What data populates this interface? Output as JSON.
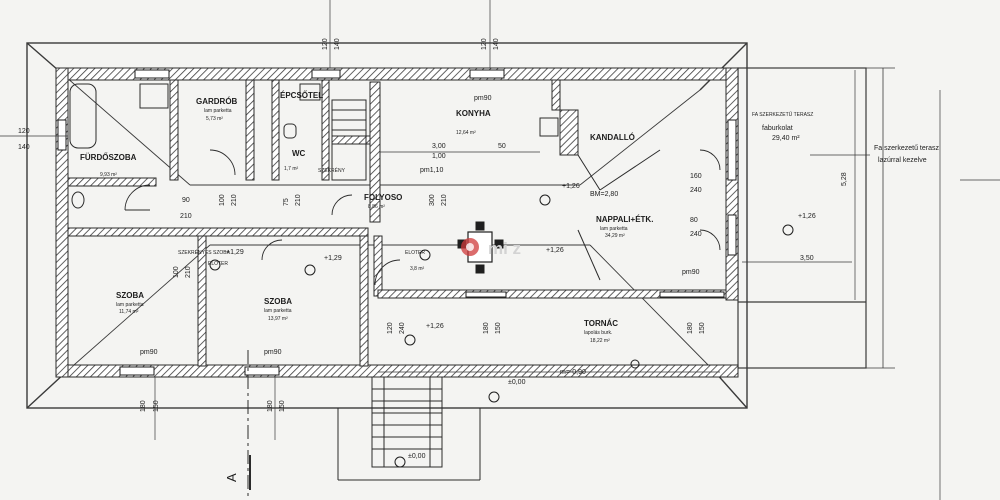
{
  "rooms": {
    "furdoszoba": {
      "name": "FÜRDŐSZOBA",
      "area": "9,93 m²"
    },
    "gardrob": {
      "name": "GARDRÓB",
      "floor": "lam parketta",
      "area": "5,73 m²"
    },
    "epcsotel": {
      "name": "ÉPCSŐTEL"
    },
    "wc": {
      "name": "WC",
      "area": "1,7 m²"
    },
    "konyha": {
      "name": "KONYHA",
      "area": "12,64 m²"
    },
    "kandallo": {
      "name": "KANDALLÓ"
    },
    "terasz": {
      "name": "FA SZERKEZETŰ TERASZ",
      "floor": "faburkolat",
      "area": "29,40 m²"
    },
    "folyoso": {
      "name": "FOLYOSO",
      "area": "8,86 m²"
    },
    "nappali": {
      "name": "NAPPALI+ÉTK.",
      "floor": "lam parketta",
      "area": "34,29 m²"
    },
    "szoba1": {
      "name": "SZOBA",
      "floor": "lam parketta",
      "area": "11,74 m²"
    },
    "szoba2": {
      "name": "SZOBA",
      "floor": "lam parketta",
      "area": "13,97 m²"
    },
    "eloter": {
      "name": "ELOTER",
      "area": "3,8 m²"
    },
    "tornac": {
      "name": "TORNÁC",
      "floor": "lapolás burk.",
      "area": "18,22 m²"
    },
    "szekreny": {
      "name": "SZEKRÉNY"
    },
    "szekrenyes": {
      "name": "SZEKRÉNYES SZOBA"
    },
    "elotertiny": {
      "name": "ELOTER"
    }
  },
  "annotations": {
    "note_terasz": "Fa szerkezetű terasz",
    "note_terasz2": "lazúrral kezelve",
    "bm_level": "BM=2,80",
    "pm_level": "pm1,10",
    "level_126a": "+1,26",
    "level_126b": "+1,26",
    "level_126c": "+1,26",
    "level_126d": "+1,26",
    "level_129a": "+1,29",
    "level_129b": "+1,29",
    "level_000a": "±0,00",
    "level_000b": "±0,00",
    "m_090": "m=-0,90",
    "section_a": "A",
    "watermark": "mi  z",
    "dim_528": "5,28",
    "dim_350": "3,50",
    "dim_300": "3,00",
    "dim_100": "1,00"
  },
  "dims": {
    "left_120": "120",
    "left_140": "140",
    "pm90_top1": "pm90",
    "pm90_right": "pm90",
    "pm90_b1": "pm90",
    "pm90_b2": "pm90",
    "d90": "90",
    "d210a": "210",
    "d100": "100",
    "d210b": "210",
    "d75": "75",
    "d210c": "210",
    "d300": "300",
    "d210d": "210",
    "d160": "160",
    "d240a": "240",
    "d80": "80",
    "d240b": "240",
    "d100b": "100",
    "d210e": "210",
    "d120b": "120",
    "d240c": "240",
    "d180": "180",
    "d150a": "150",
    "d180b": "180",
    "d150b": "150",
    "d50": "50",
    "top_120a": "120",
    "top_140a": "140",
    "top_120b": "120",
    "top_140b": "140",
    "bot_180a": "180",
    "bot_150a": "150",
    "bot_180b": "180",
    "bot_150b": "150"
  }
}
